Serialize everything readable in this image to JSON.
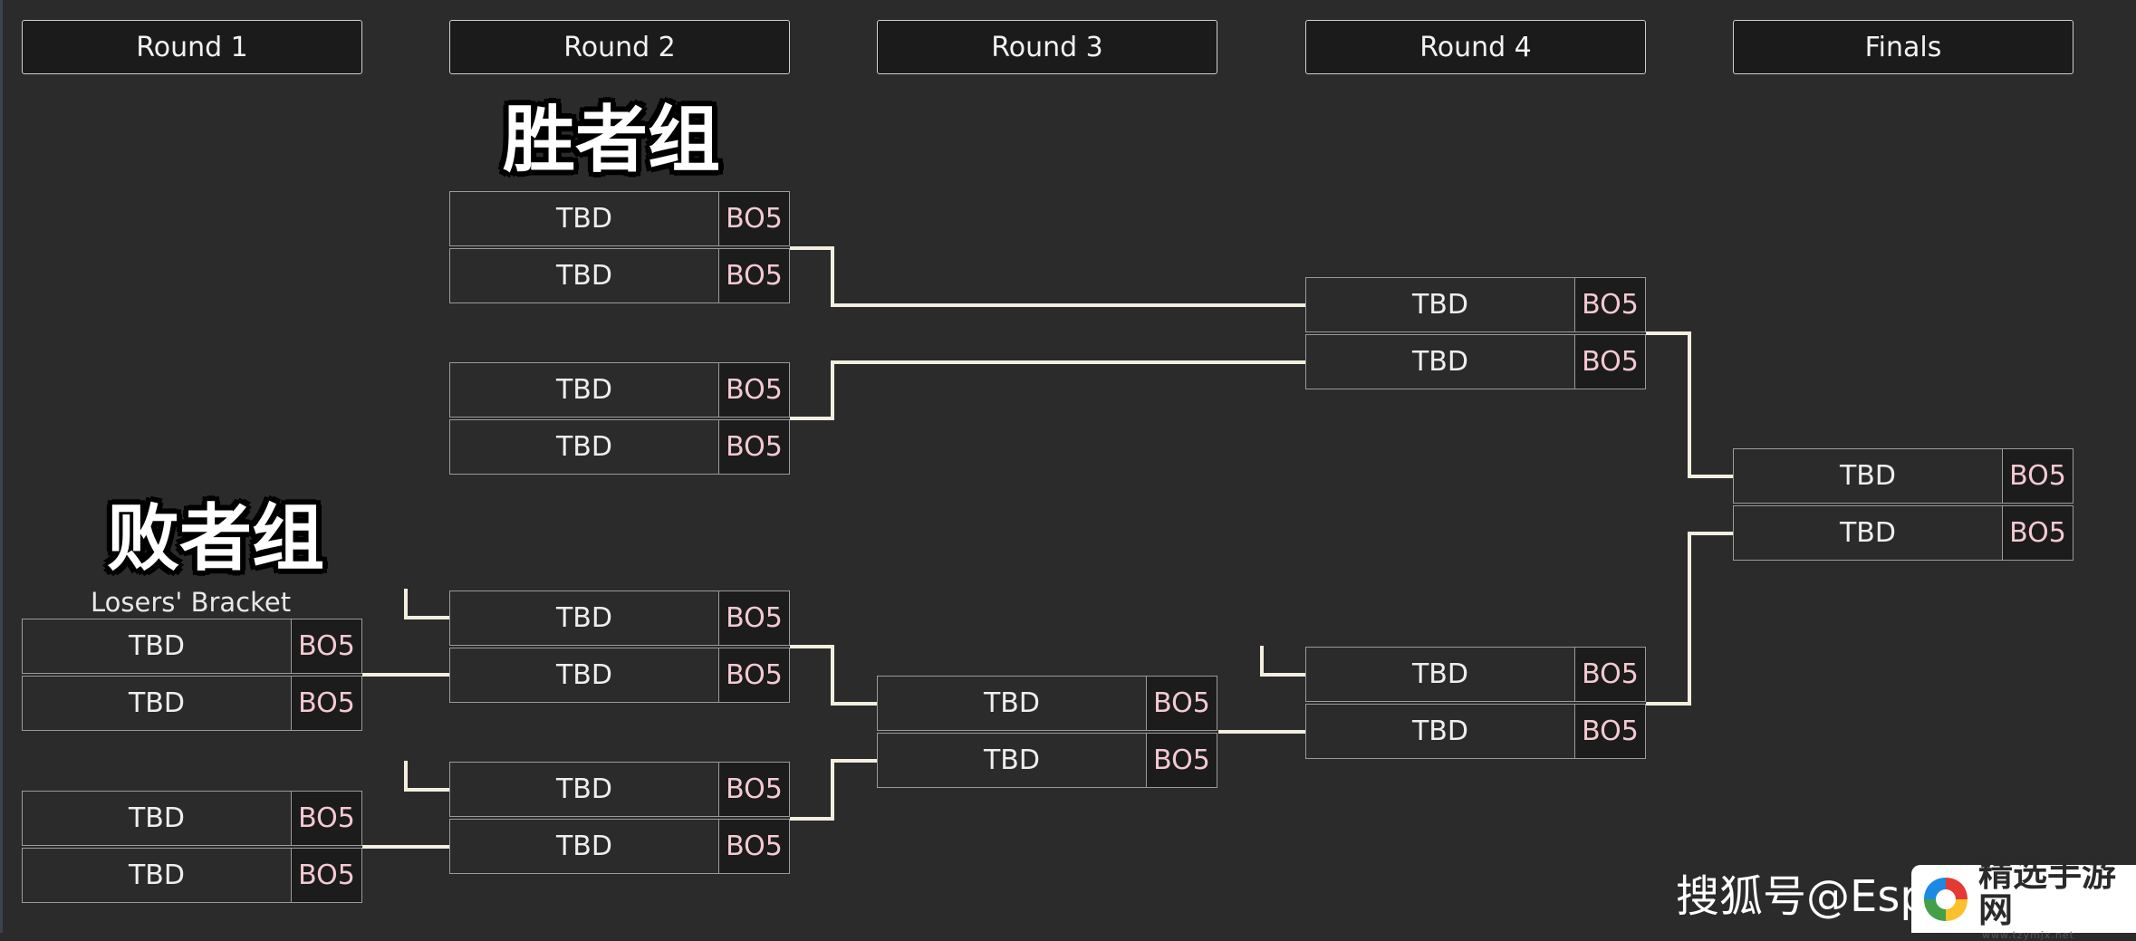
{
  "rounds": [
    "Round 1",
    "Round 2",
    "Round 3",
    "Round 4",
    "Finals"
  ],
  "labels": {
    "winners_bracket": "胜者组",
    "losers_bracket": "败者组",
    "losers_bracket_en": "Losers' Bracket"
  },
  "matches": [
    {
      "id": "r2-upper-1",
      "round": 2,
      "teams": [
        "TBD",
        "TBD"
      ],
      "format": "BO5"
    },
    {
      "id": "r2-upper-2",
      "round": 2,
      "teams": [
        "TBD",
        "TBD"
      ],
      "format": "BO5"
    },
    {
      "id": "r4-upper",
      "round": 4,
      "teams": [
        "TBD",
        "TBD"
      ],
      "format": "BO5"
    },
    {
      "id": "finals",
      "round": 5,
      "teams": [
        "TBD",
        "TBD"
      ],
      "format": "BO5"
    },
    {
      "id": "r1-lower-1",
      "round": 1,
      "teams": [
        "TBD",
        "TBD"
      ],
      "format": "BO5"
    },
    {
      "id": "r1-lower-2",
      "round": 1,
      "teams": [
        "TBD",
        "TBD"
      ],
      "format": "BO5"
    },
    {
      "id": "r2-lower-1",
      "round": 2,
      "teams": [
        "TBD",
        "TBD"
      ],
      "format": "BO5"
    },
    {
      "id": "r2-lower-2",
      "round": 2,
      "teams": [
        "TBD",
        "TBD"
      ],
      "format": "BO5"
    },
    {
      "id": "r3-lower",
      "round": 3,
      "teams": [
        "TBD",
        "TBD"
      ],
      "format": "BO5"
    },
    {
      "id": "r4-lower",
      "round": 4,
      "teams": [
        "TBD",
        "TBD"
      ],
      "format": "BO5"
    }
  ],
  "watermark": {
    "text": "搜狐号@Esp",
    "logo_title": "精选手游网",
    "logo_url": "www.tzymjx.net"
  },
  "colors": {
    "background": "#2b2b2b",
    "header_bg": "#1b1b1b",
    "format_text": "#f4c9d2",
    "connector": "#f2efdf"
  }
}
